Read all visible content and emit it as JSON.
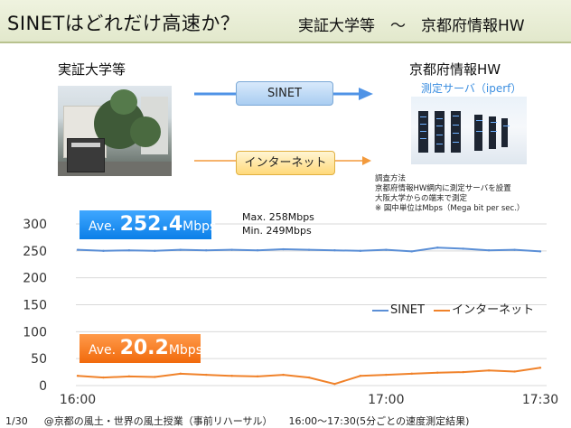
{
  "slide": {
    "title_left": "SINETはどれだけ高速か？",
    "title_right": "実証大学等　～　京都府情報HW",
    "source_label": "実証大学等",
    "dest_label": "京都府情報HW",
    "server_caption": "測定サーバ（iperf）",
    "sinet_label": "SINET",
    "internet_label": "インターネット",
    "method_note": [
      "調査方法",
      "京都府情報HW網内に測定サーバを設置",
      "大阪大学からの端末で測定",
      "※ 図中単位はMbps（Mega bit per sec.）"
    ],
    "ave_sinet": {
      "prefix": "Ave. ",
      "value": "252.4",
      "unit": "Mbps"
    },
    "ave_internet": {
      "prefix": "Ave. ",
      "value": "20.2",
      "unit": "Mbps"
    },
    "max_text": "Max. 258Mbps",
    "min_text": "Min. 249Mbps",
    "footer": {
      "page": "1/30",
      "event": "@京都の風土・世界の風土授業（事前リハーサル）",
      "time_range": "16:00～17:30(5分ごとの速度測定結果)"
    }
  },
  "colors": {
    "sinet": "#5b8fd6",
    "internet": "#f0822a",
    "arrow_sinet": "#4f93e6",
    "arrow_internet": "#f39a3c"
  },
  "chart_data": {
    "type": "line",
    "x": [
      "16:00",
      "16:05",
      "16:10",
      "16:15",
      "16:20",
      "16:25",
      "16:30",
      "16:35",
      "16:40",
      "16:45",
      "16:50",
      "16:55",
      "17:00",
      "17:05",
      "17:10",
      "17:15",
      "17:20",
      "17:25",
      "17:30"
    ],
    "x_ticks": [
      "16:00",
      "17:00",
      "17:30"
    ],
    "series": [
      {
        "name": "SINET",
        "values": [
          252,
          250,
          251,
          250,
          252,
          251,
          252,
          251,
          253,
          252,
          251,
          250,
          252,
          249,
          256,
          254,
          251,
          252,
          249
        ]
      },
      {
        "name": "インターネット",
        "values": [
          18,
          15,
          17,
          16,
          22,
          20,
          18,
          17,
          20,
          15,
          3,
          18,
          20,
          22,
          24,
          25,
          28,
          26,
          33
        ]
      }
    ],
    "ylim": [
      0,
      300
    ],
    "y_ticks": [
      0,
      50,
      100,
      150,
      200,
      250,
      300
    ],
    "grid": true,
    "legend": "right"
  }
}
